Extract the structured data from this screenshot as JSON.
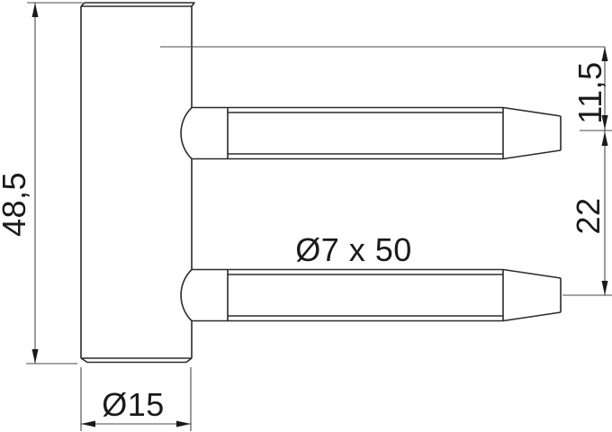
{
  "drawing": {
    "kind": "technical-drawing",
    "subject": "screw-in door hinge frame part, cylindrical body with two tapered fixing pins",
    "units": "mm",
    "labels": {
      "body_height": "48,5",
      "pin_offset_top": "11,5",
      "pin_spacing": "22",
      "pin_size": "Ø7 x 50",
      "body_diameter": "Ø15"
    },
    "colors": {
      "background": "#ffffff",
      "object_line": "#2b2b2b",
      "dimension_line": "#4a4a4a",
      "text": "#1a1a1a"
    }
  }
}
